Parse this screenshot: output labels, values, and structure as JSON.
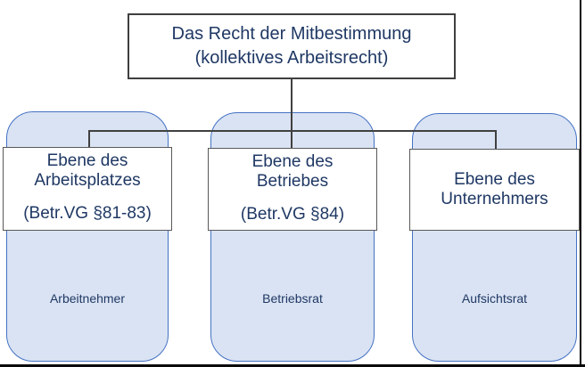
{
  "title_box": {
    "line1": "Das Recht der Mitbestimmung",
    "line2": "(kollektives Arbeitsrecht)"
  },
  "columns": [
    {
      "heading_line1": "Ebene des",
      "heading_line2": "Arbeitsplatzes",
      "law_reference": "(Betr.VG §81-83)",
      "body_label": "Arbeitnehmer"
    },
    {
      "heading_line1": "Ebene des",
      "heading_line2": "Betriebes",
      "law_reference": "(Betr.VG §84)",
      "body_label": "Betriebsrat"
    },
    {
      "heading_line1": "Ebene des",
      "heading_line2": "Unternehmers",
      "body_label": "Aufsichtsrat"
    }
  ],
  "colors": {
    "column_fill": "#dae3f3",
    "column_border": "#4472c4",
    "band_border": "#595959",
    "title_border": "#3f3f3f",
    "connector": "#404040",
    "text": "#1f3864",
    "page_edge": "#0a0a0a"
  }
}
